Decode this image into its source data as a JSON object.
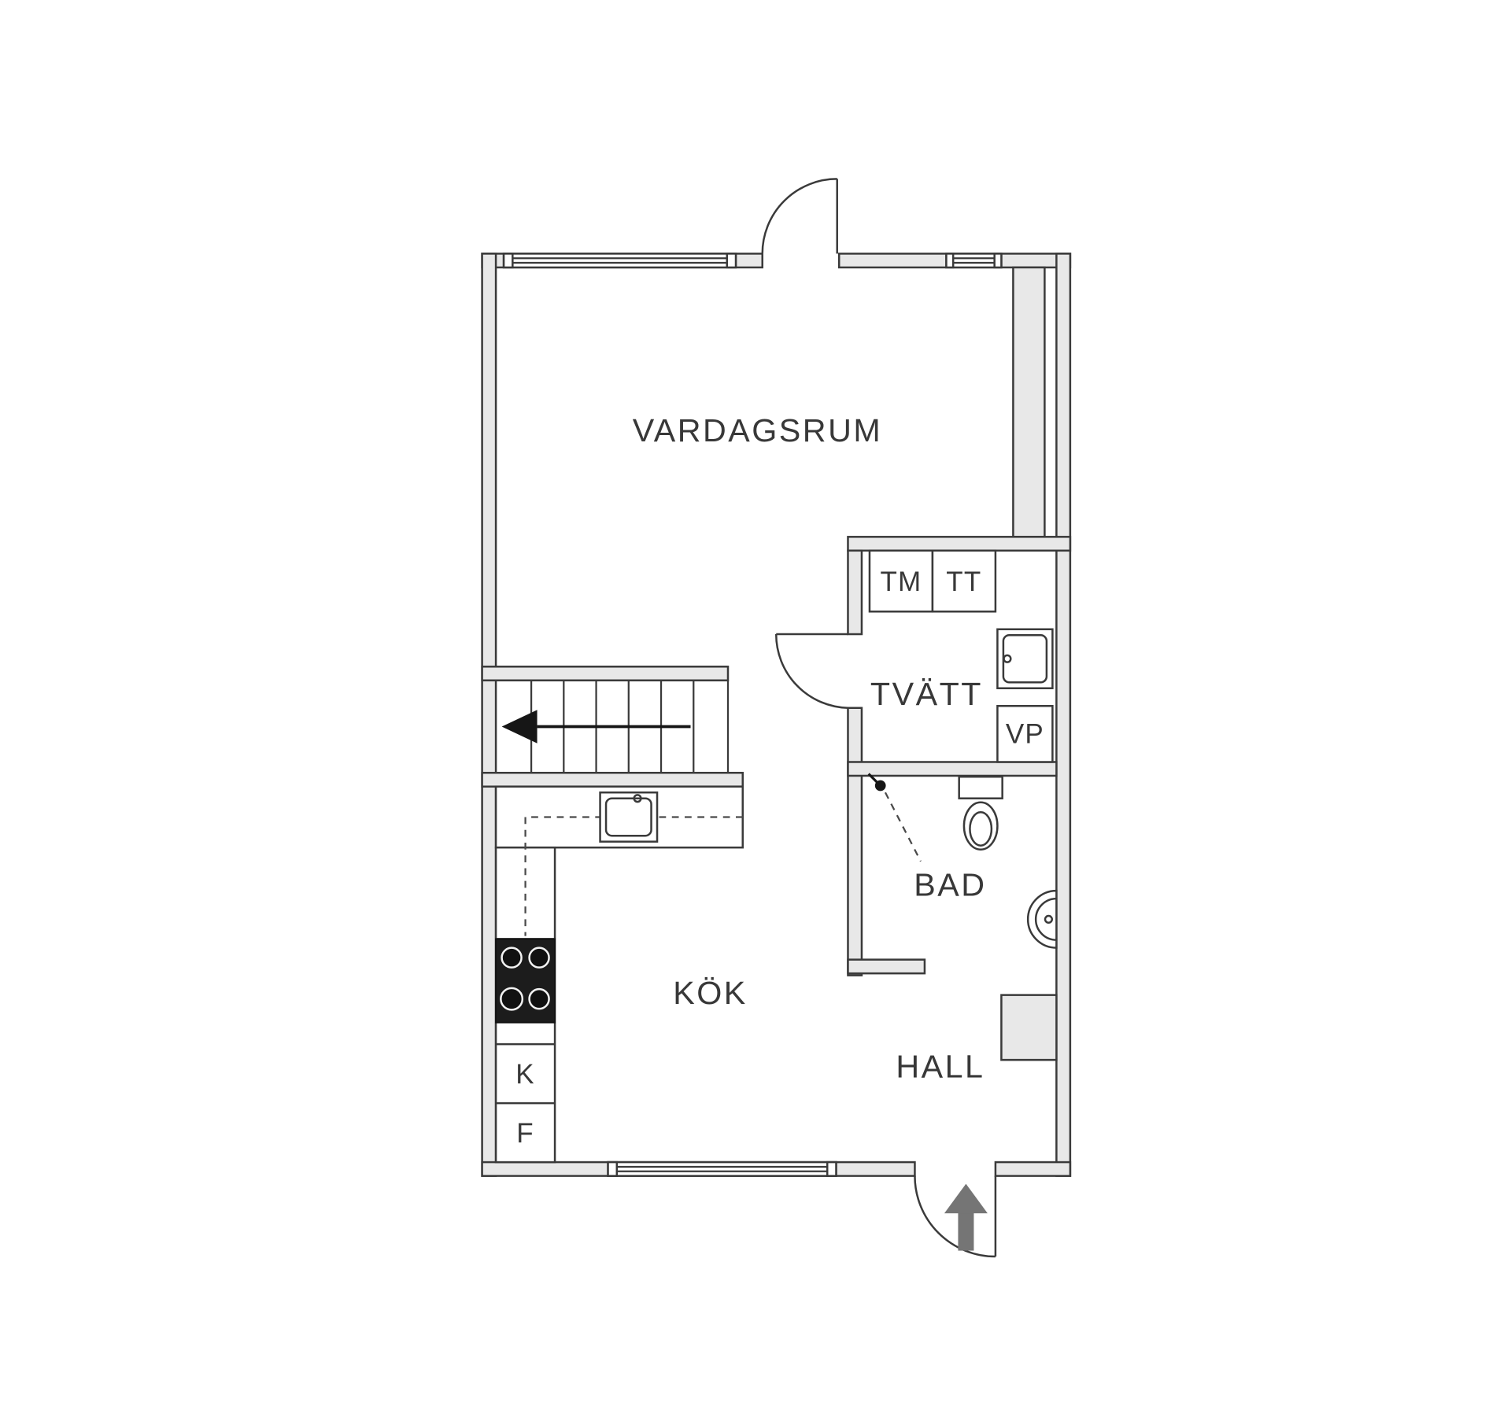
{
  "floorplan": {
    "rooms": {
      "livingroom": "VARDAGSRUM",
      "laundry": "TVÄTT",
      "bath": "BAD",
      "kitchen": "KÖK",
      "hall": "HALL"
    },
    "appliances": {
      "washer": "TM",
      "dryer": "TT",
      "heatpump": "VP",
      "fridge": "K",
      "freezer": "F"
    },
    "icons": {
      "stair_arrow": "left-arrow",
      "entrance_arrow": "up-arrow",
      "shower": "shower-head",
      "stove": "four-burner-hob",
      "sinks": "sink-basin"
    },
    "colors": {
      "background": "#ffffff",
      "wall_fill": "#e8e8e8",
      "line": "#3a3a3a",
      "text": "#383838",
      "entry_arrow": "#757575"
    }
  }
}
